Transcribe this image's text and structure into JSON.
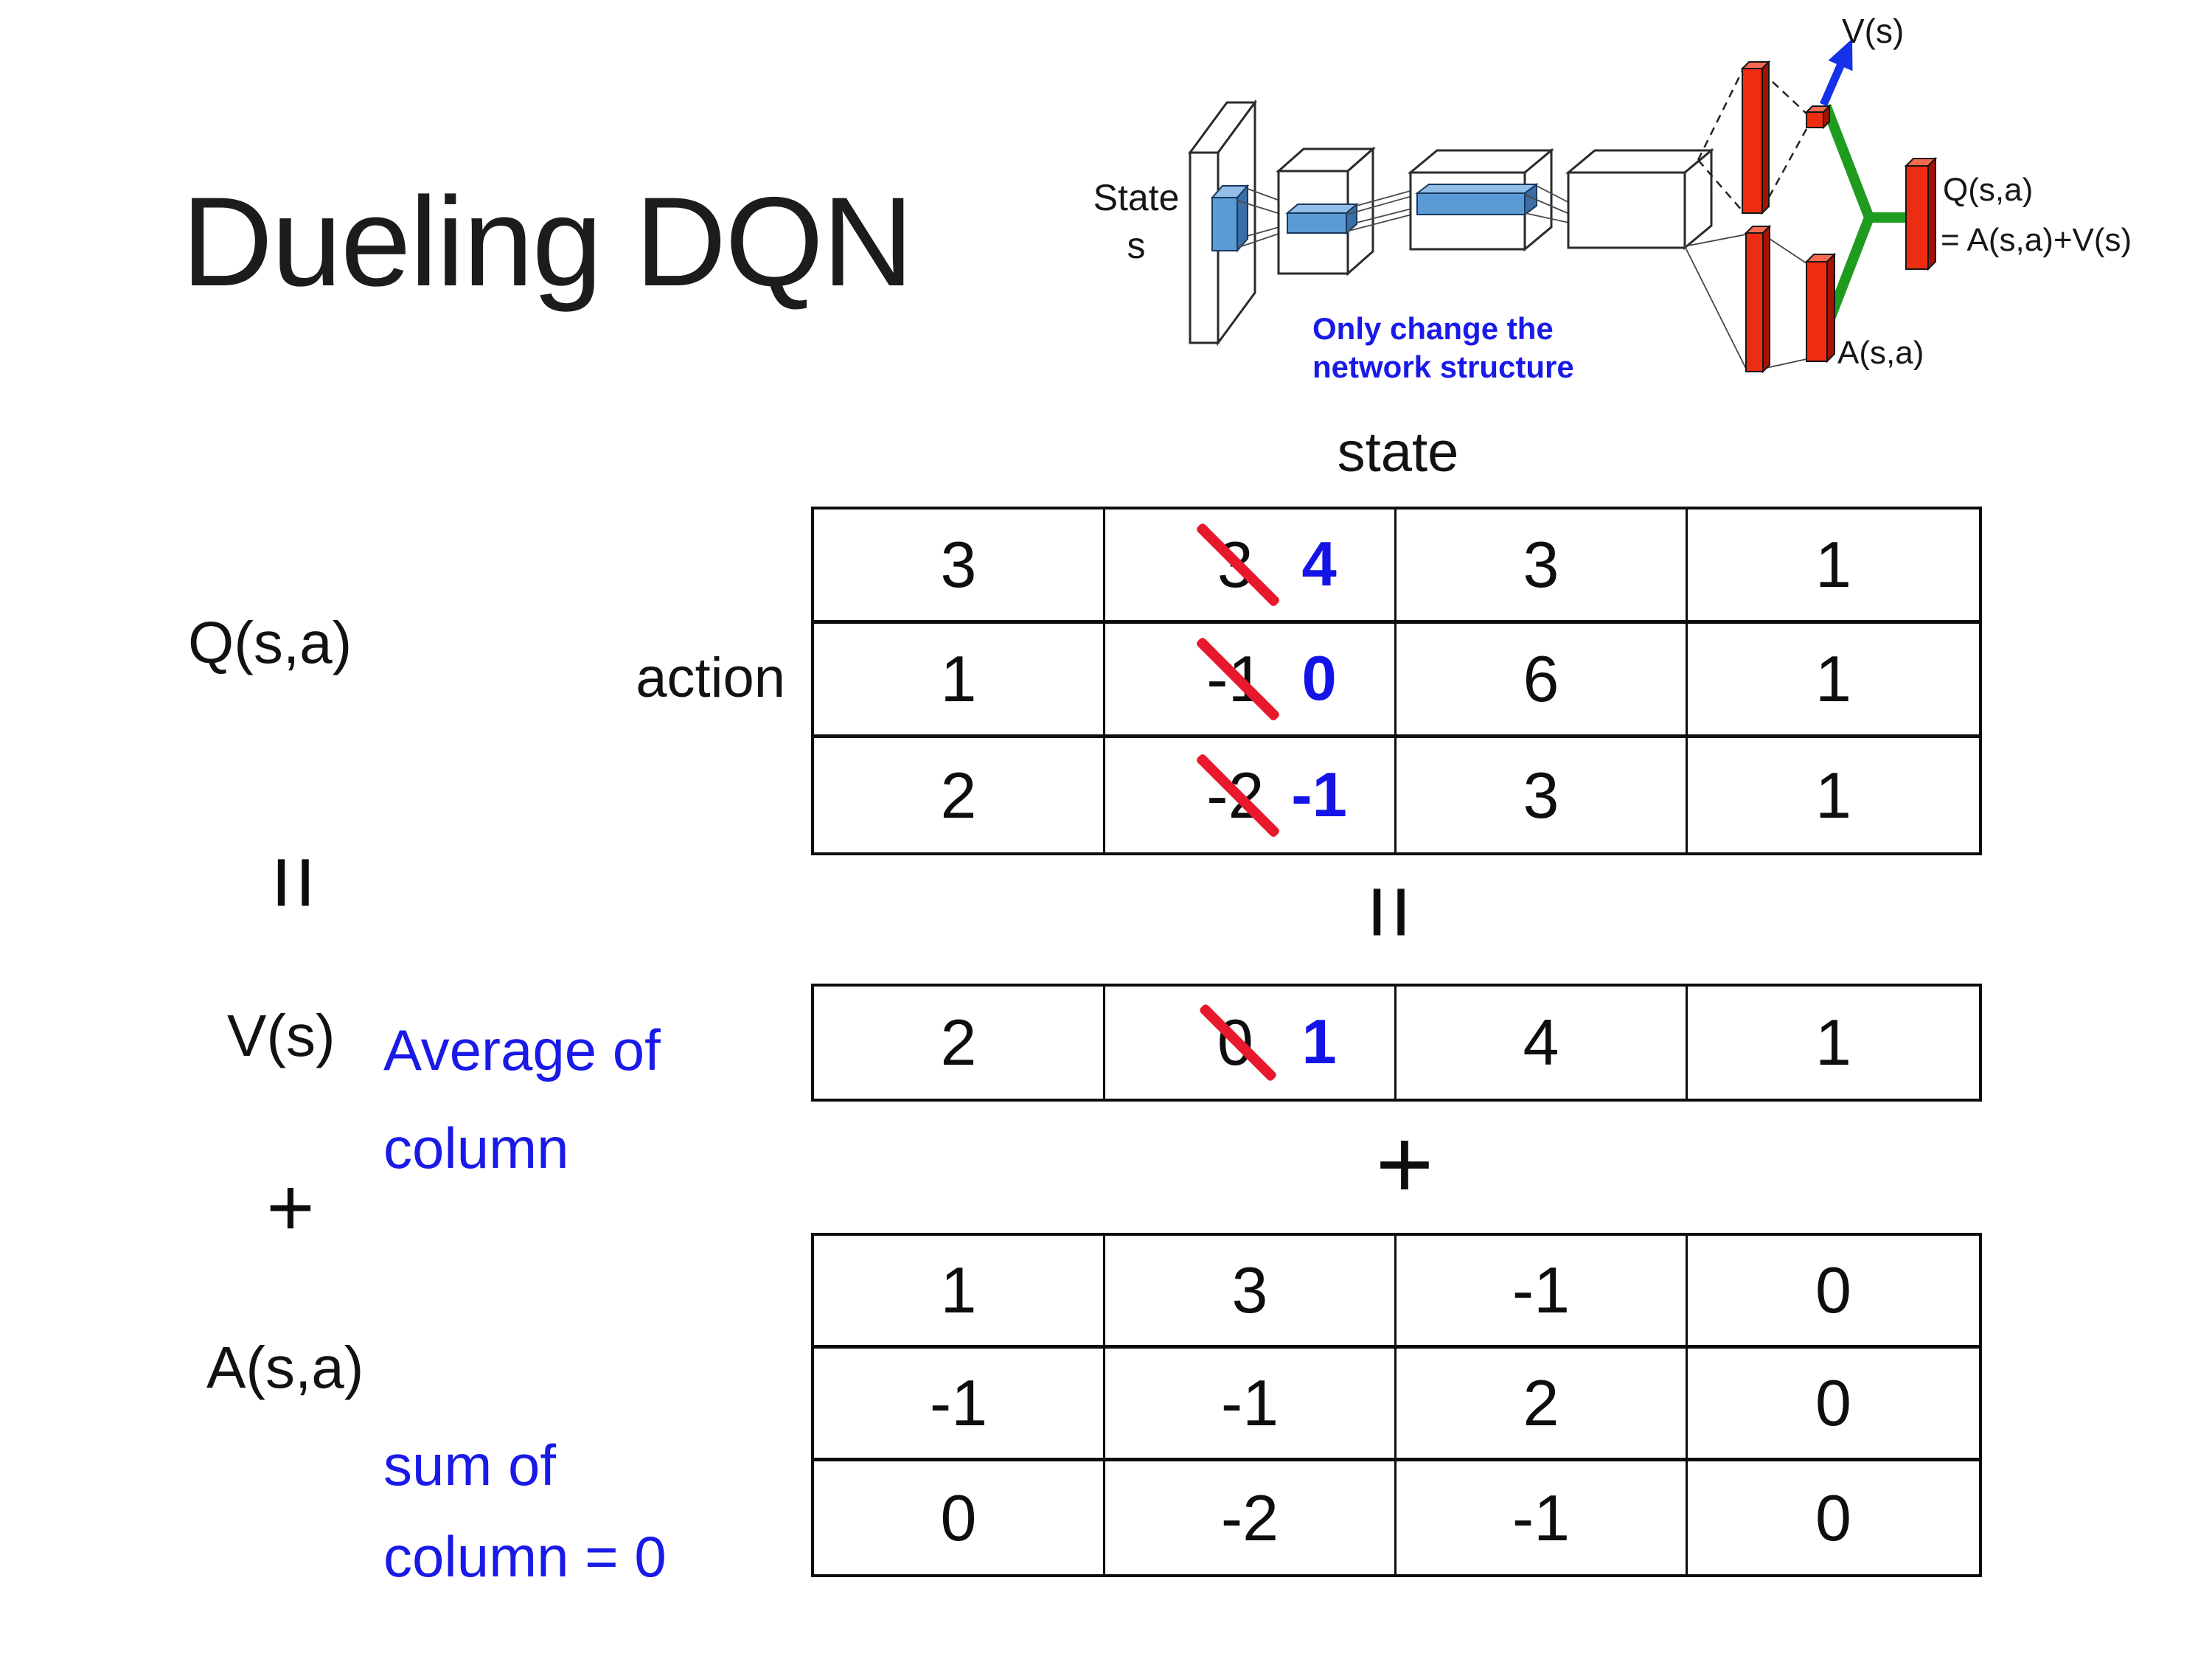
{
  "slide": {
    "title": "Dueling DQN",
    "background": "#ffffff"
  },
  "diagram": {
    "state_line1": "State",
    "state_line2": "s",
    "note_line1": "Only change the",
    "note_line2": "network structure",
    "v_out_label": "V(s)",
    "a_out_label": "A(s,a)",
    "q_out_line1": "Q(s,a)",
    "q_out_line2": "= A(s,a)+V(s)",
    "colors": {
      "red_bar": "#ee2c10",
      "green_merge": "#1f9c1f",
      "arrow_blue": "#1632e8",
      "conv_blue": "#5b9bd5",
      "note_blue": "#1a1ae8"
    }
  },
  "matrix_section": {
    "q_label": "Q(s,a)",
    "equals_left": "=",
    "v_label": "V(s)",
    "plus_left": "+",
    "a_label": "A(s,a)",
    "action_label": "action",
    "state_label": "state",
    "equals_center": "=",
    "plus_center": "+",
    "avg_note_line1": "Average of",
    "avg_note_line2": "column",
    "sum_note_line1": "sum of",
    "sum_note_line2": "column = 0",
    "highlight_blue": "#1414e8",
    "strike_red": "#e8192c"
  },
  "q_table": {
    "rows": [
      {
        "c0": "3",
        "c1_old": "3",
        "c1_new": "4",
        "c2": "3",
        "c3": "1"
      },
      {
        "c0": "1",
        "c1_old": "-1",
        "c1_new": "0",
        "c2": "6",
        "c3": "1"
      },
      {
        "c0": "2",
        "c1_old": "-2",
        "c1_new": "-1",
        "c2": "3",
        "c3": "1"
      }
    ]
  },
  "v_table": {
    "c0": "2",
    "c1_old": "0",
    "c1_new": "1",
    "c2": "4",
    "c3": "1"
  },
  "a_table": {
    "rows": [
      [
        "1",
        "3",
        "-1",
        "0"
      ],
      [
        "-1",
        "-1",
        "2",
        "0"
      ],
      [
        "0",
        "-2",
        "-1",
        "0"
      ]
    ]
  }
}
